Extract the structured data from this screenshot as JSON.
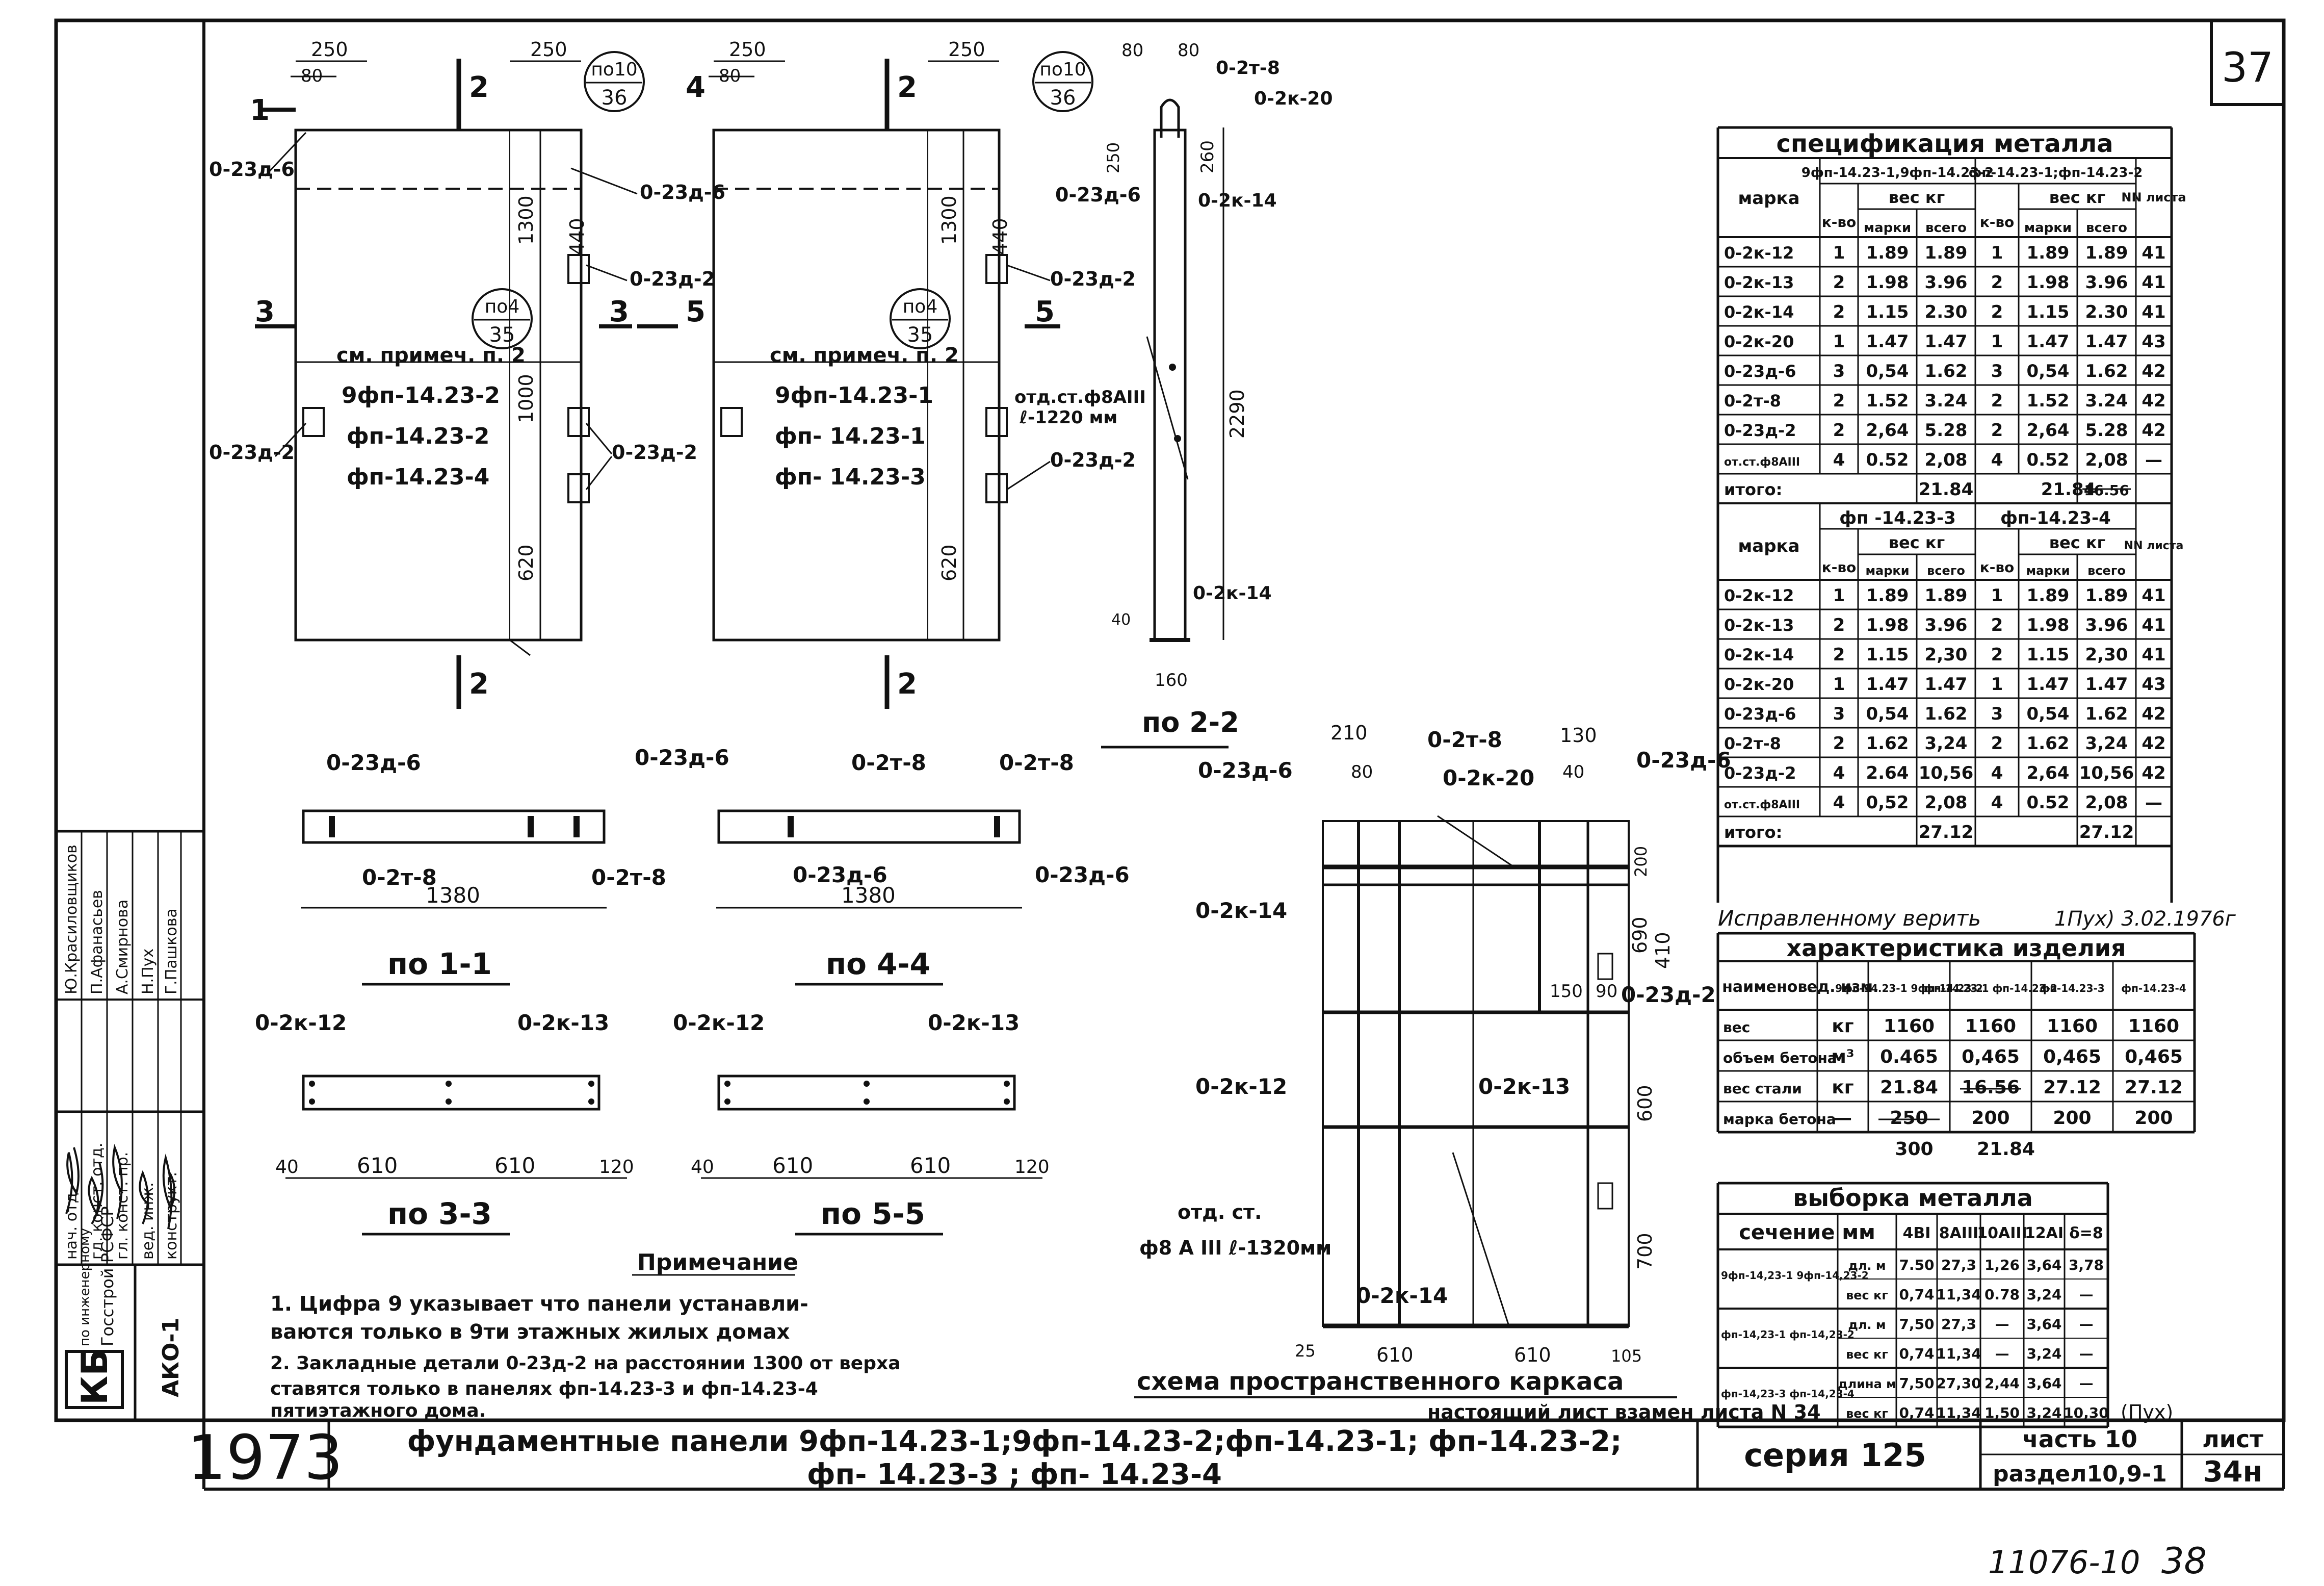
{
  "sheet": {
    "corner_number": "37",
    "year": "1973",
    "title_line1": "фундаментные   панели  9фп-14.23-1;9фп-14.23-2;фп-14.23-1; фп-14.23-2;",
    "title_line2": "фп- 14.23-3 ; фп- 14.23-4",
    "series": "серия  125",
    "part": "часть 10",
    "section": "раздел10,9-1",
    "sheet_label": "лист",
    "sheet_no": "34н",
    "bottom_number": "11076-10",
    "bottom_page": "38",
    "replace_note": "настоящий  лист  взамен  листа N 34",
    "replace_sign": "(Пух)",
    "corrected_note": "Исправленному верить",
    "corrected_date": "1Пух) 3.02.1976г",
    "project_code": "АКО-1",
    "org_line1": "по инженерному",
    "org_line2": "Госстрой РСФСР",
    "org_mark": "КБ"
  },
  "stamp": {
    "roles": [
      "нач. отд.",
      "гл. конст. отд.",
      "гл. конст. пр.",
      "вед. инж.",
      "конструкт."
    ],
    "names": [
      "Ю.Красиловщиков",
      "П.Афанасьев",
      "А.Смирнова",
      "Н.Пух",
      "Г.Пашкова"
    ]
  },
  "drawings": {
    "panel1_labels": [
      "см. примеч. п. 2",
      "9фп-14.23-2",
      "фп-14.23-2",
      "фп-14.23-4"
    ],
    "panel2_labels": [
      "см. примеч. п. 2",
      "9фп-14.23-1",
      "фп- 14.23-1",
      "фп- 14.23-3"
    ],
    "dims": [
      "250",
      "80",
      "250",
      "1300",
      "440",
      "1000",
      "620",
      "260",
      "250",
      "2290",
      "160",
      "40"
    ],
    "callouts": [
      "0-23д-6",
      "0-23д-2",
      "0-2т-8",
      "0-2к-20",
      "0-2к-14",
      "0-2к-12",
      "0-2к-13"
    ],
    "section_marks": [
      "1",
      "2",
      "3",
      "4",
      "5"
    ],
    "detail_circle_top": "по10",
    "detail_circle_bottom": "36",
    "detail2_top": "по4",
    "detail2_bottom": "35",
    "loose_rod": "отд.ст.ф8АIII",
    "loose_rod_len": "ℓ-1220 мм",
    "sec_2_2": "по 2-2",
    "sec_1_1": "по 1-1",
    "sec_4_4": "по 4-4",
    "sec_3_3": "по 3-3",
    "sec_5_5": "по 5-5",
    "len_1380": "1380",
    "dims_bottom": [
      "40",
      "610",
      "610",
      "120"
    ],
    "frame_title": "схема  пространственного  каркаса",
    "frame_dims": [
      "210",
      "80",
      "130",
      "40",
      "200",
      "690",
      "410",
      "150",
      "90",
      "600",
      "700",
      "25",
      "610",
      "610",
      "105"
    ],
    "frame_rod": "отд. ст.",
    "frame_rod2": "ф8 А III ℓ-1320мм"
  },
  "notes": {
    "heading": "Примечание",
    "items": [
      "1. Цифра 9 указывает что панели устанавли-",
      "   ваются только в 9ти этажных жилых домах",
      "2. Закладные детали 0-23д-2 на расстоянии 1300 от верха",
      "   ставятся только в панелях фп-14.23-3 и фп-14.23-4",
      "   пятиэтажного дома."
    ]
  },
  "spec_table": {
    "title": "спецификация  металла",
    "col_mark": "марка",
    "col_group1": "9фп-14.23-1,9фп-14.23-2",
    "col_group2": "фп-14.23-1;фп-14.23-2",
    "col_qty": "к-во",
    "col_weight": "вес кг",
    "col_unit": "марки",
    "col_total": "всего",
    "col_sheet": "NN листа",
    "rows": [
      [
        "0-2к-12",
        "1",
        "1.89",
        "1.89",
        "1",
        "1.89",
        "1.89",
        "41"
      ],
      [
        "0-2к-13",
        "2",
        "1.98",
        "3.96",
        "2",
        "1.98",
        "3.96",
        "41"
      ],
      [
        "0-2к-14",
        "2",
        "1.15",
        "2.30",
        "2",
        "1.15",
        "2.30",
        "41"
      ],
      [
        "0-2к-20",
        "1",
        "1.47",
        "1.47",
        "1",
        "1.47",
        "1.47",
        "43"
      ],
      [
        "0-23д-6",
        "3",
        "0,54",
        "1.62",
        "3",
        "0,54",
        "1.62",
        "42"
      ],
      [
        "0-2т-8",
        "2",
        "1.52",
        "3.24",
        "2",
        "1.52",
        "3.24",
        "42"
      ],
      [
        "0-23д-2",
        "2",
        "2,64",
        "5.28",
        "2",
        "2,64",
        "5.28",
        "42"
      ],
      [
        "от.ст.ф8АIII",
        "4",
        "0.52",
        "2,08",
        "4",
        "0.52",
        "2,08",
        "—"
      ]
    ],
    "total_label": "итого:",
    "total_1": "21.84",
    "total_2": "21.84",
    "total_2_struck": "16.56"
  },
  "spec_table2": {
    "col_group1": "фп -14.23-3",
    "col_group2": "фп-14.23-4",
    "rows": [
      [
        "0-2к-12",
        "1",
        "1.89",
        "1.89",
        "1",
        "1.89",
        "1.89",
        "41"
      ],
      [
        "0-2к-13",
        "2",
        "1.98",
        "3.96",
        "2",
        "1.98",
        "3.96",
        "41"
      ],
      [
        "0-2к-14",
        "2",
        "1.15",
        "2,30",
        "2",
        "1.15",
        "2,30",
        "41"
      ],
      [
        "0-2к-20",
        "1",
        "1.47",
        "1.47",
        "1",
        "1.47",
        "1.47",
        "43"
      ],
      [
        "0-23д-6",
        "3",
        "0,54",
        "1.62",
        "3",
        "0,54",
        "1.62",
        "42"
      ],
      [
        "0-2т-8",
        "2",
        "1.62",
        "3,24",
        "2",
        "1.62",
        "3,24",
        "42"
      ],
      [
        "0-23д-2",
        "4",
        "2.64",
        "10,56",
        "4",
        "2,64",
        "10,56",
        "42"
      ],
      [
        "от.ст.ф8АIII",
        "4",
        "0,52",
        "2,08",
        "4",
        "0.52",
        "2,08",
        "—"
      ]
    ],
    "total_label": "итого:",
    "total_1": "27.12",
    "total_2": "27.12"
  },
  "char_table": {
    "title": "характеристика  изделия",
    "headers": [
      "наименов.",
      "ед. изм.",
      "9фп-14.23-1 9фп-14.23-2",
      "фп-14.23-1 фп-14.23-2",
      "фп-14.23-3",
      "фп-14.23-4"
    ],
    "rows": [
      [
        "вес",
        "кг",
        "1160",
        "1160",
        "1160",
        "1160"
      ],
      [
        "объем бетона",
        "м³",
        "0.465",
        "0,465",
        "0,465",
        "0,465"
      ],
      [
        "вес стали",
        "кг",
        "21.84",
        "16.56",
        "27.12",
        "27.12"
      ],
      [
        "марка бетона",
        "—",
        "250",
        "200",
        "200",
        "200"
      ]
    ],
    "correction_1": "300",
    "correction_2": "21.84"
  },
  "sel_table": {
    "title": "выборка  металла",
    "header_section": "сечение мм",
    "headers": [
      "4ВI",
      "8АIII",
      "10АIII",
      "12АI",
      "δ=8"
    ],
    "rows": [
      [
        "9фп-14,23-1 9фп-14,23-2",
        "дл. м",
        "7.50",
        "27,3",
        "1,26",
        "3,64",
        "3,78"
      ],
      [
        "",
        "вес кг",
        "0,74",
        "11,34",
        "0.78",
        "3,24",
        "—"
      ],
      [
        "фп-14,23-1 фп-14,23-2",
        "дл. м",
        "7,50",
        "27,3",
        "—",
        "3,64",
        "—"
      ],
      [
        "",
        "вес кг",
        "0,74",
        "11,34",
        "—",
        "3,24",
        "—"
      ],
      [
        "фп-14,23-3 фп-14,23-4",
        "длина м",
        "7,50",
        "27,30",
        "2,44",
        "3,64",
        "—"
      ],
      [
        "",
        "вес кг",
        "0,74",
        "11,34",
        "1,50",
        "3,24",
        "10,30"
      ]
    ]
  }
}
